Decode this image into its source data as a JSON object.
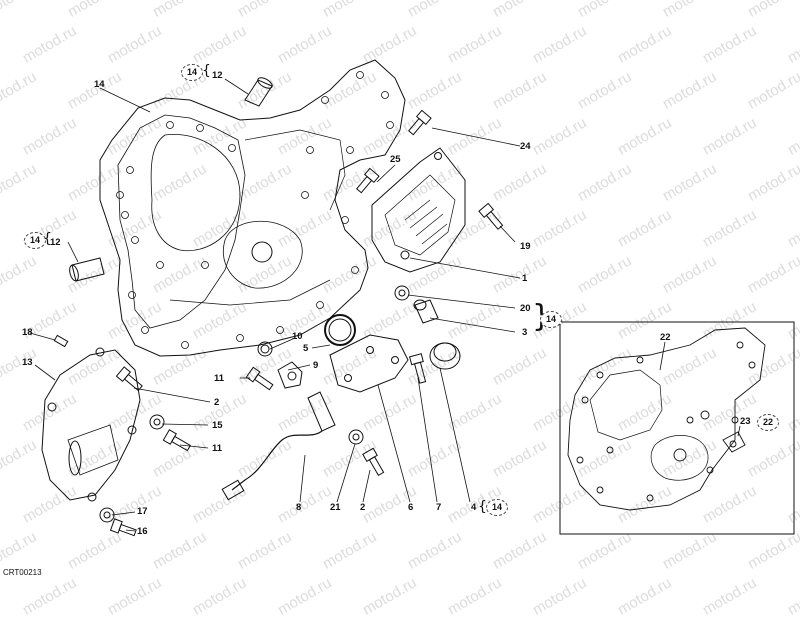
{
  "diagram": {
    "code": "CRT00213",
    "watermark": "motod.ru",
    "part_labels": [
      "1",
      "2",
      "3",
      "4",
      "5",
      "6",
      "7",
      "8",
      "9",
      "10",
      "11",
      "11",
      "12",
      "12",
      "13",
      "14",
      "15",
      "16",
      "17",
      "18",
      "19",
      "2",
      "20",
      "21",
      "22",
      "23",
      "24",
      "25"
    ],
    "reference_labels": {
      "ref_14_top": "14",
      "ref_14_left": "14",
      "ref_14_right": "14",
      "ref_14_bottom": "14",
      "ref_22_inset": "22"
    },
    "labels": {
      "l1": "1",
      "l2a": "2",
      "l2b": "2",
      "l3": "3",
      "l4": "4",
      "l5": "5",
      "l6": "6",
      "l7": "7",
      "l8": "8",
      "l9": "9",
      "l10": "10",
      "l11a": "11",
      "l11b": "11",
      "l12a": "12",
      "l12b": "12",
      "l13": "13",
      "l14": "14",
      "l15": "15",
      "l16": "16",
      "l17": "17",
      "l18": "18",
      "l19": "19",
      "l20": "20",
      "l21": "21",
      "l22": "22",
      "l23": "23",
      "l24": "24",
      "l25": "25"
    },
    "line_color": "#111111",
    "watermark_color": "#dcdcdc"
  }
}
